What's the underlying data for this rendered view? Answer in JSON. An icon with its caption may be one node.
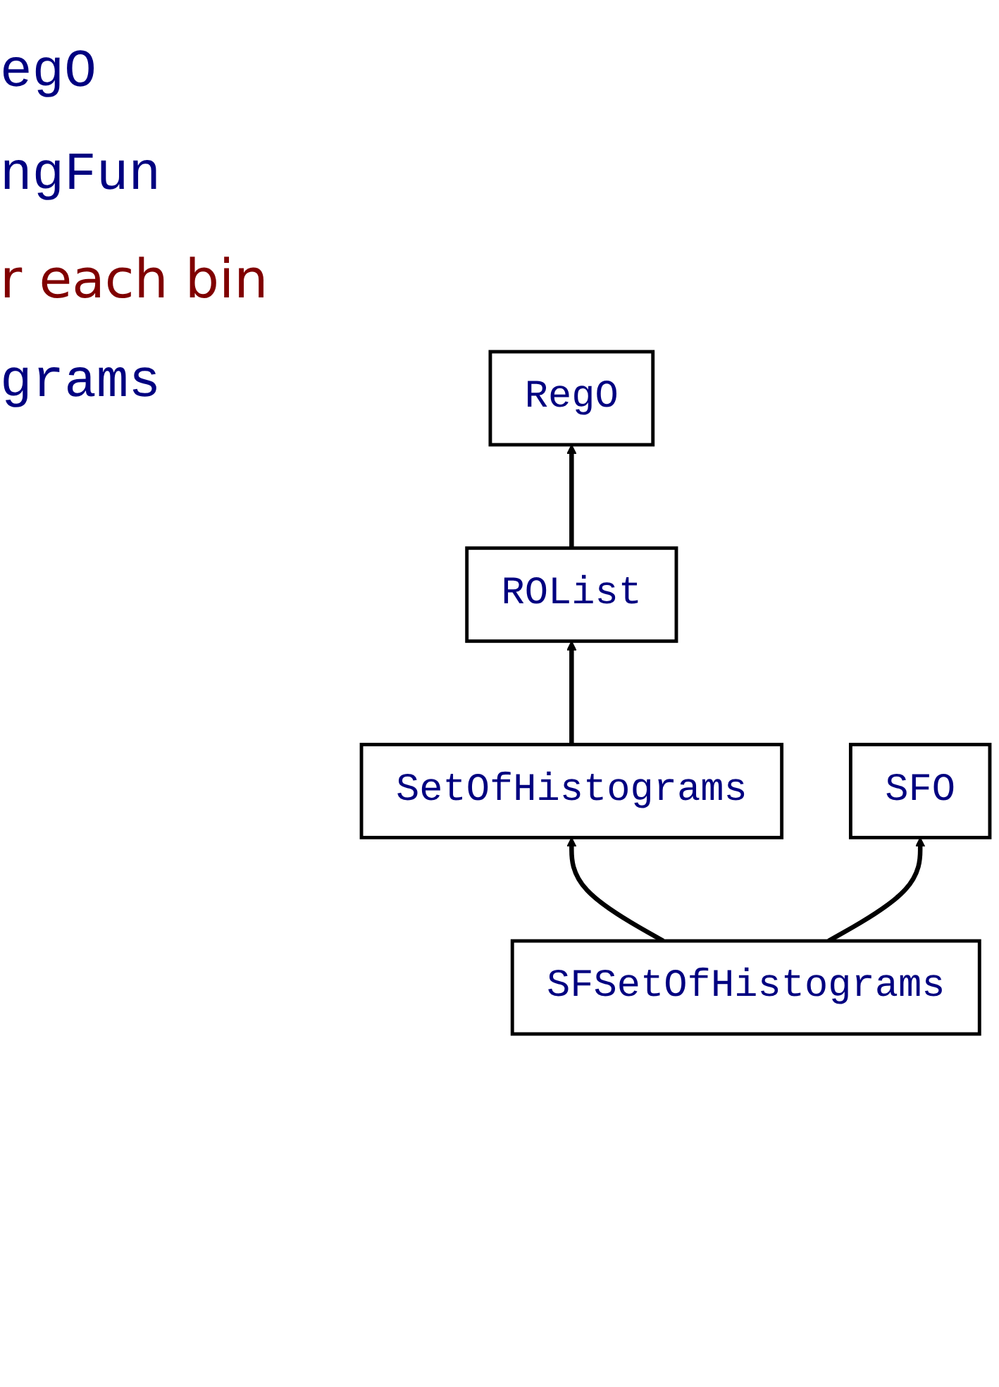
{
  "diagram": {
    "nodes": [
      {
        "text": [
          "RegO"
        ]
      },
      {
        "text": [
          "ROList"
        ]
      },
      {
        "text": [
          "SetOfHistograms"
        ]
      },
      {
        "text": [
          "SFO"
        ]
      },
      {
        "text": [
          "SFSetOfHistograms"
        ]
      }
    ],
    "edges": [
      {
        "from": 1,
        "to": 0,
        "arrow": "to"
      },
      {
        "from": 2,
        "to": 1,
        "arrow": "to"
      },
      {
        "from": 4,
        "to": 2,
        "arrow": "to"
      },
      {
        "from": 4,
        "to": 3,
        "arrow": "to"
      }
    ],
    "labels": [
      "egO",
      "ngFun",
      "r each bin",
      "grams"
    ]
  }
}
